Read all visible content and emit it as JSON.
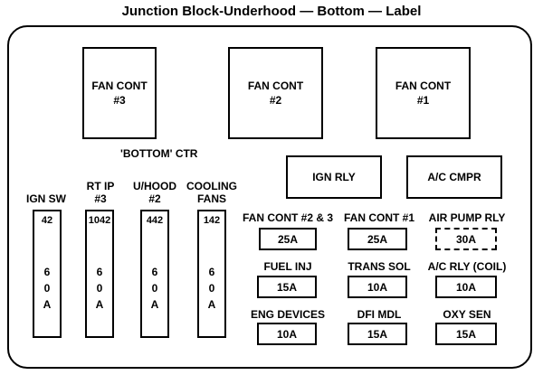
{
  "title": "Junction Block-Underhood — Bottom — Label",
  "relays_top": [
    {
      "line1": "FAN CONT",
      "line2": "#3"
    },
    {
      "line1": "FAN CONT",
      "line2": "#2"
    },
    {
      "line1": "FAN CONT",
      "line2": "#1"
    }
  ],
  "bottom_note": "'BOTTOM'  CTR",
  "relays_mid": [
    {
      "label": "IGN RLY"
    },
    {
      "label": "A/C CMPR"
    }
  ],
  "maxi_fuses": [
    {
      "label1": "IGN SW",
      "label2": "",
      "number": "42",
      "rating_digits": [
        "6",
        "0"
      ],
      "unit": "A"
    },
    {
      "label1": "RT IP",
      "label2": "#3",
      "number": "1042",
      "rating_digits": [
        "6",
        "0"
      ],
      "unit": "A"
    },
    {
      "label1": "U/HOOD",
      "label2": "#2",
      "number": "442",
      "rating_digits": [
        "6",
        "0"
      ],
      "unit": "A"
    },
    {
      "label1": "COOLING",
      "label2": "FANS",
      "number": "142",
      "rating_digits": [
        "6",
        "0"
      ],
      "unit": "A"
    }
  ],
  "mini_fuses": [
    {
      "label": "FAN CONT #2 & 3",
      "rating": "25A"
    },
    {
      "label": "FAN CONT #1",
      "rating": "25A"
    },
    {
      "label": "AIR PUMP RLY",
      "rating": "30A"
    },
    {
      "label": "FUEL INJ",
      "rating": "15A"
    },
    {
      "label": "TRANS SOL",
      "rating": "10A"
    },
    {
      "label": "A/C RLY (COIL)",
      "rating": "10A"
    },
    {
      "label": "ENG DEVICES",
      "rating": "10A"
    },
    {
      "label": "DFI MDL",
      "rating": "15A"
    },
    {
      "label": "OXY SEN",
      "rating": "15A"
    }
  ]
}
